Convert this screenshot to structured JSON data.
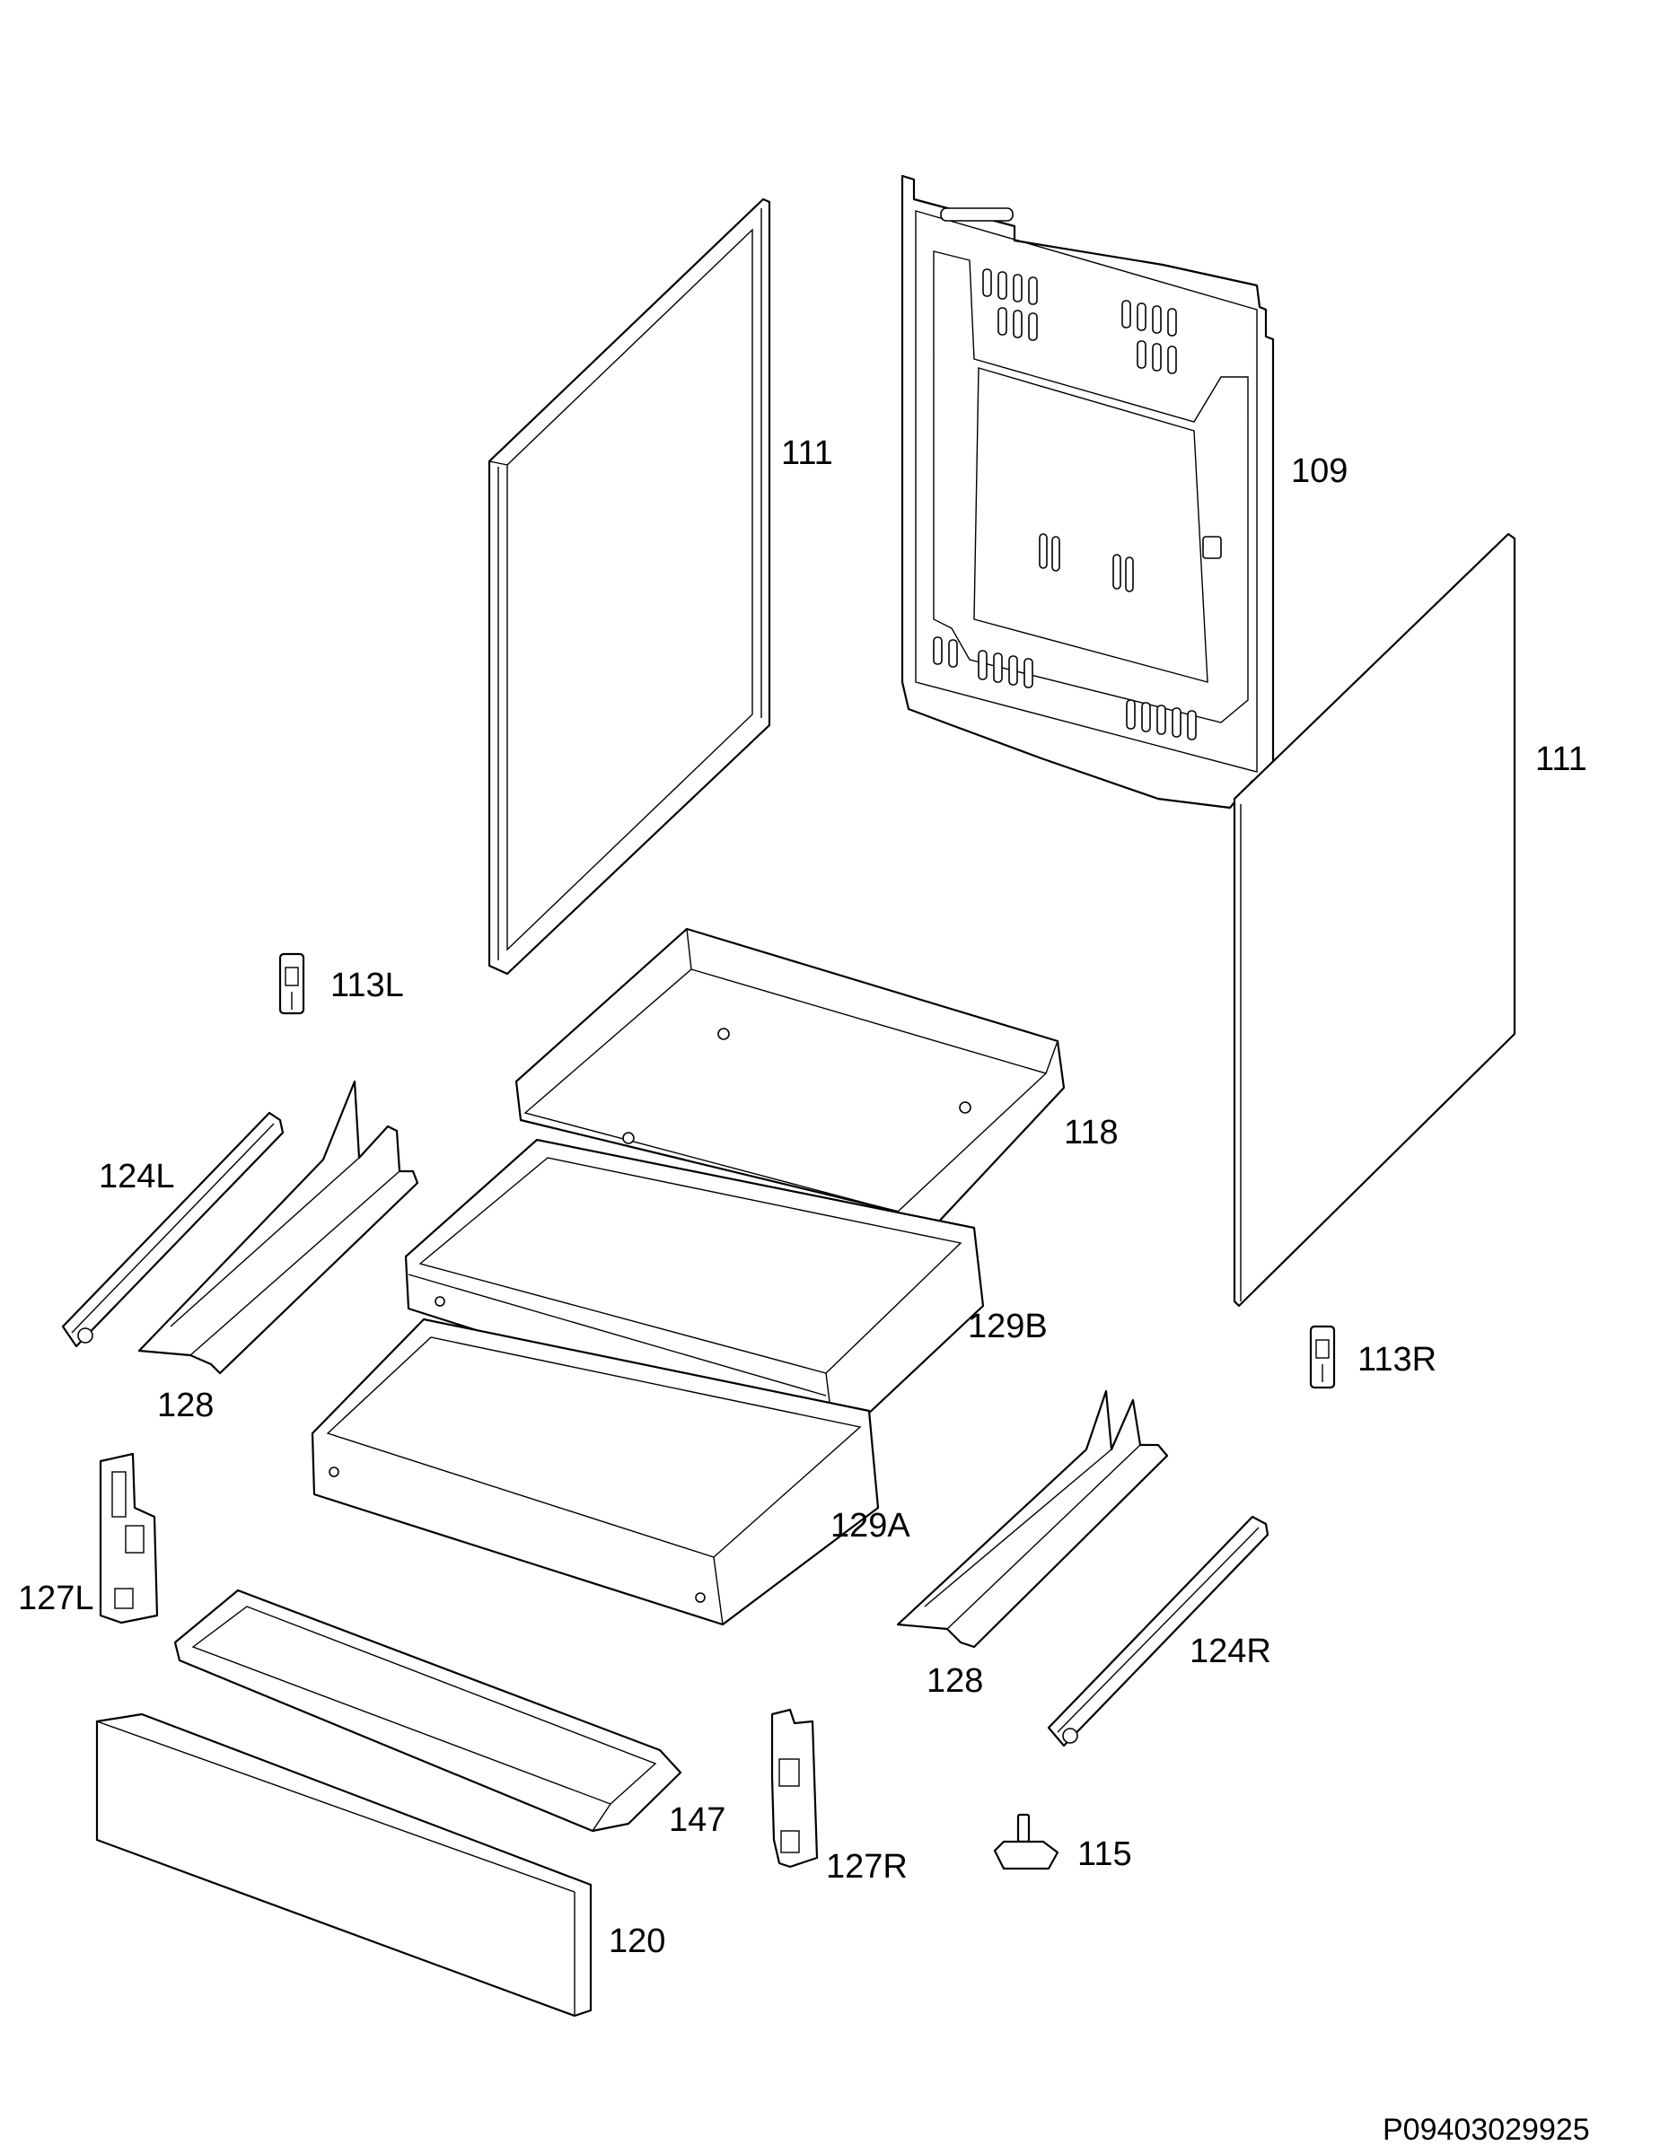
{
  "reference_code": "P09403029925",
  "labels": {
    "frame_111_left": "111",
    "back_109": "109",
    "panel_111_right": "111",
    "hinge_113L": "113L",
    "tray_118": "118",
    "rail_124L": "124L",
    "bracket_128_left": "128",
    "drawer_129B": "129B",
    "hinge_113R": "113R",
    "drawer_129A": "129A",
    "clip_127L": "127L",
    "handle_147": "147",
    "bracket_128_right": "128",
    "rail_124R": "124R",
    "clip_127R": "127R",
    "foot_115": "115",
    "front_120": "120"
  }
}
